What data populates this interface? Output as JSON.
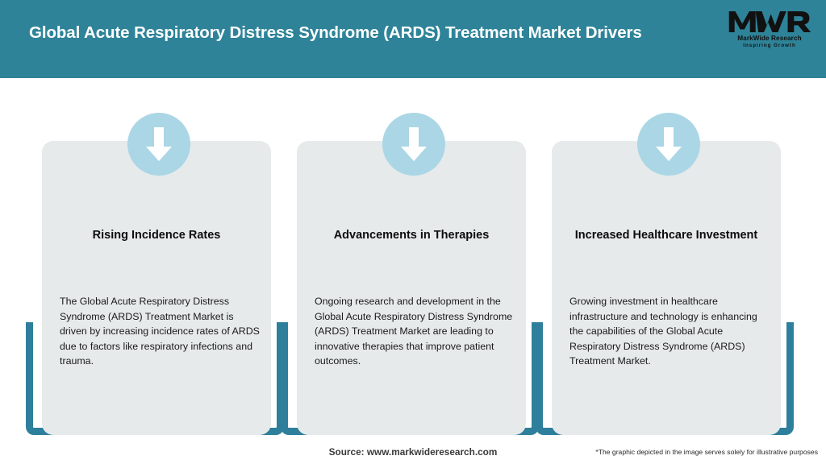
{
  "header": {
    "title": "Global Acute Respiratory Distress Syndrome (ARDS) Treatment Market Drivers",
    "background_color": "#2E8398",
    "title_color": "#FFFFFF"
  },
  "logo": {
    "mark": "MWR",
    "name": "MarkWide Research",
    "tagline": "Inspiring Growth"
  },
  "theme": {
    "accent_teal": "#2E7F9B",
    "card_background": "#E6EAEB",
    "icon_circle": "#ABD6E5",
    "arrow_color": "#FFFFFF"
  },
  "cards": [
    {
      "icon": "down-arrow-icon",
      "title": "Rising Incidence Rates",
      "body": "The Global Acute Respiratory Distress Syndrome (ARDS) Treatment Market is driven by increasing incidence rates of ARDS due to factors like respiratory infections and trauma."
    },
    {
      "icon": "down-arrow-icon",
      "title": "Advancements in Therapies",
      "body": "Ongoing research and development in the Global Acute Respiratory Distress Syndrome (ARDS) Treatment Market are leading to innovative therapies that improve patient outcomes."
    },
    {
      "icon": "down-arrow-icon",
      "title": "Increased Healthcare Investment",
      "body": "Growing investment in healthcare infrastructure and technology is enhancing the capabilities of the Global Acute Respiratory Distress Syndrome (ARDS) Treatment Market."
    }
  ],
  "footer": {
    "source": "Source: www.markwideresearch.com",
    "disclaimer": "*The graphic depicted in the image serves solely for illustrative purposes"
  }
}
